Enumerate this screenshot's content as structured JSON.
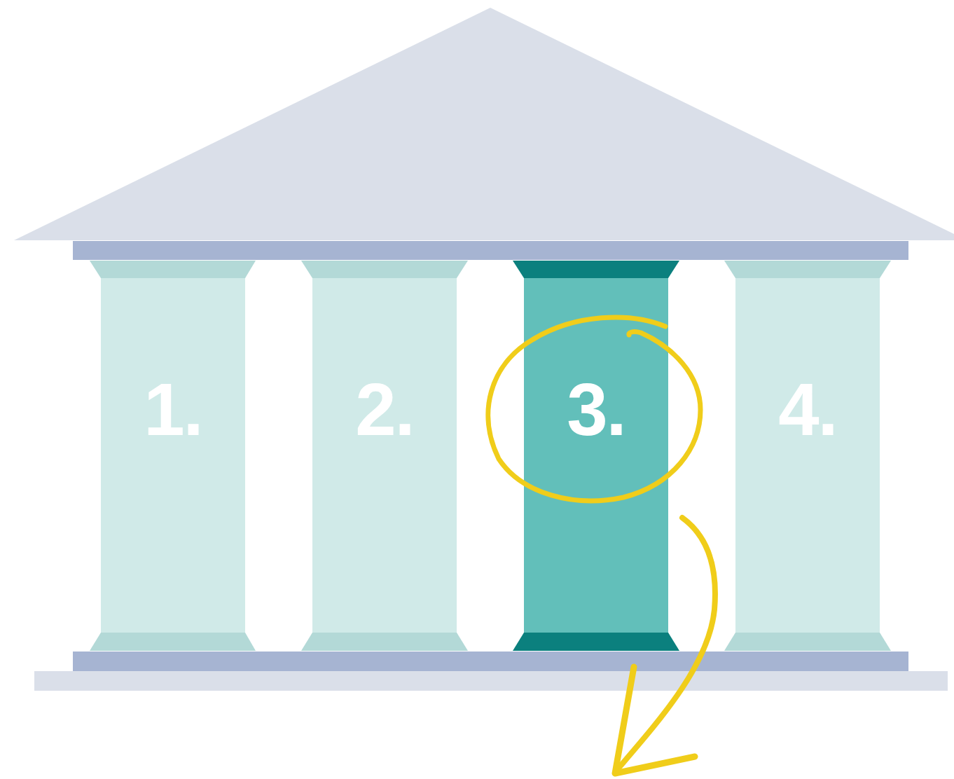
{
  "diagram": {
    "nodes": [
      {
        "text": [
          "1."
        ]
      },
      {
        "text": [
          "2."
        ]
      },
      {
        "text": [
          "3."
        ]
      },
      {
        "text": [
          "4."
        ]
      }
    ]
  }
}
